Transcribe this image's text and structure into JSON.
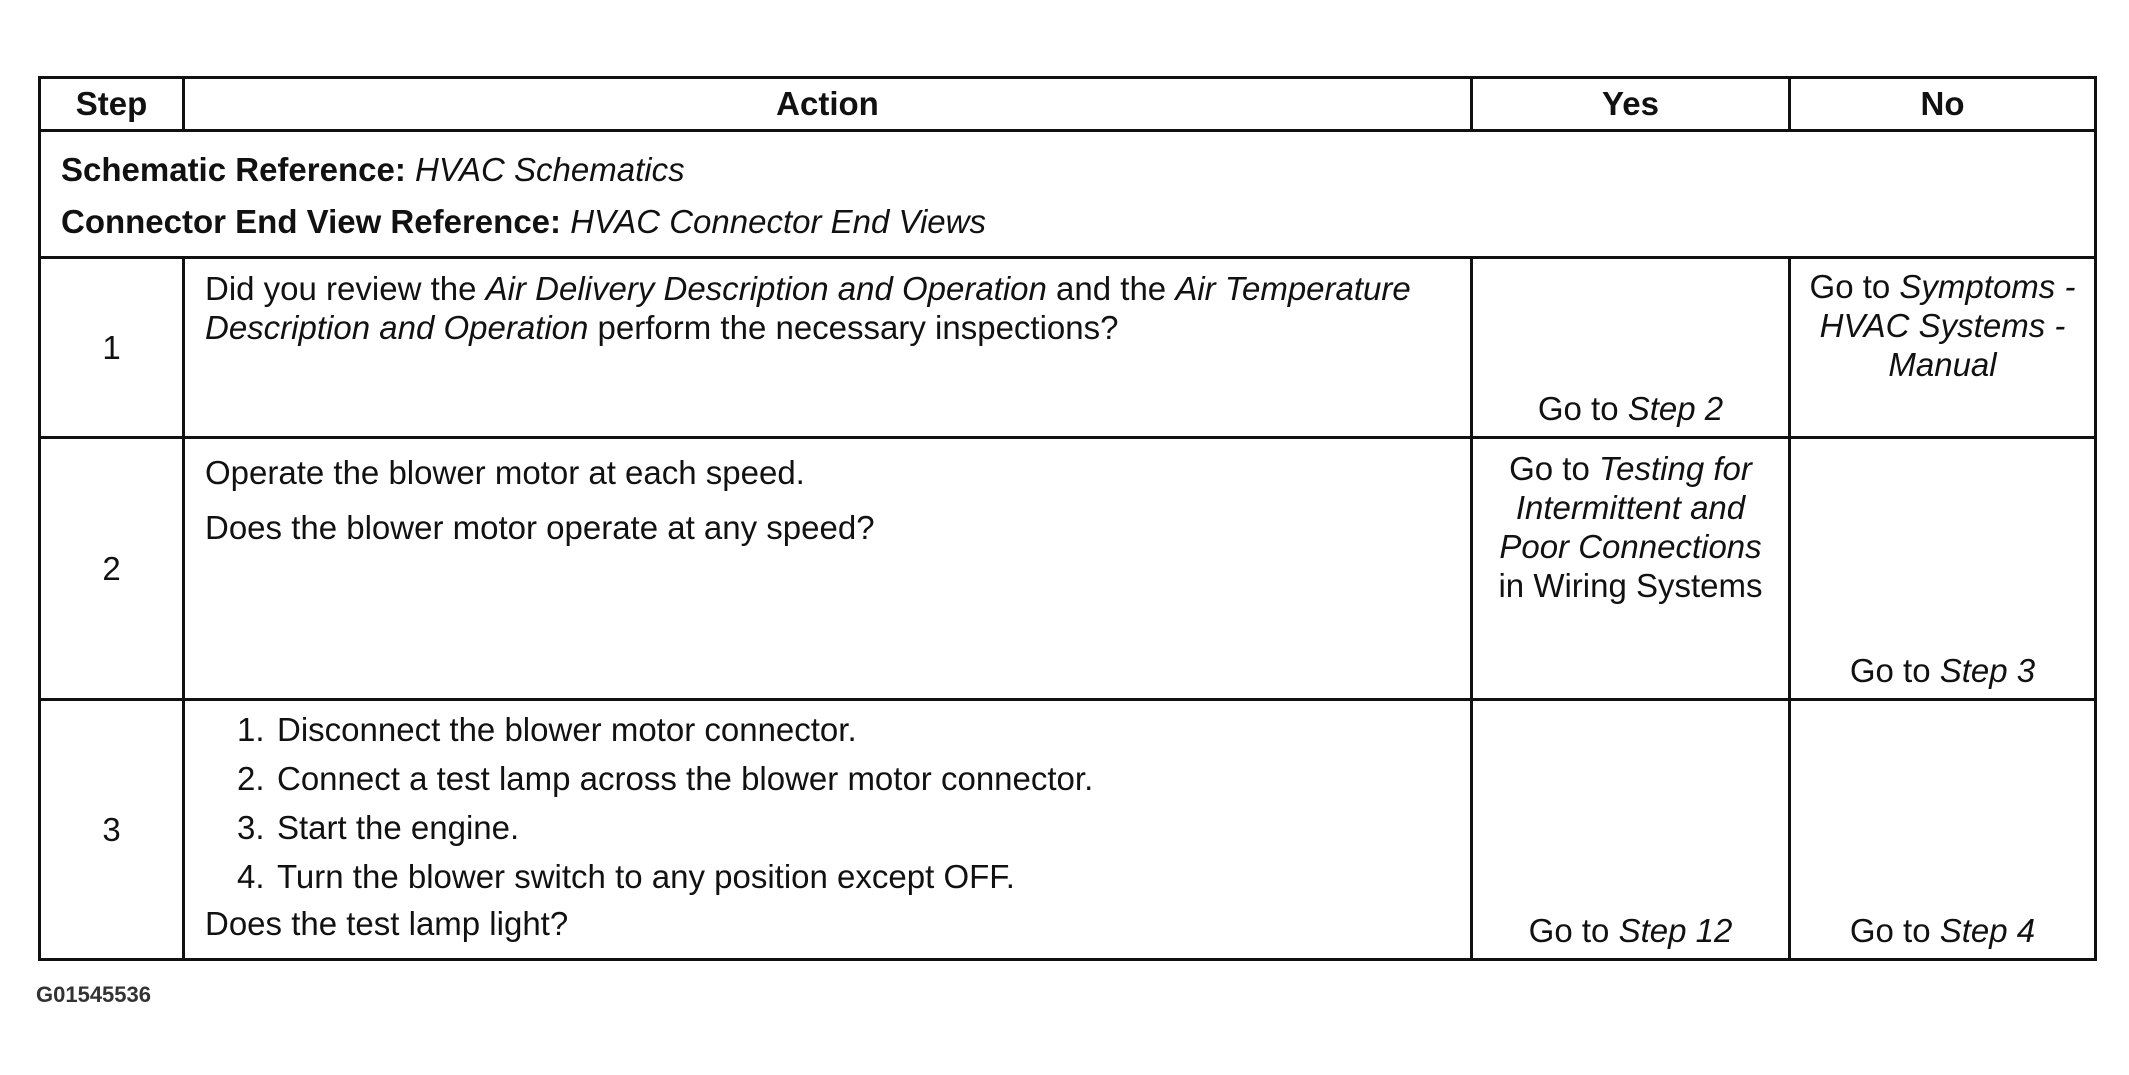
{
  "table": {
    "headers": {
      "step": "Step",
      "action": "Action",
      "yes": "Yes",
      "no": "No"
    },
    "references": {
      "schematic_label": "Schematic Reference:",
      "schematic_value": "HVAC Schematics",
      "connector_label": "Connector End View Reference:",
      "connector_value": "HVAC Connector End Views"
    },
    "rows": [
      {
        "step": "1",
        "action_parts": [
          "Did you review the ",
          "Air Delivery Description and Operation",
          " and the ",
          "Air Temperature Description and Operation",
          " perform the necessary inspections?"
        ],
        "yes_prefix": "Go to ",
        "yes_link": "Step 2",
        "no_prefix": "Go to ",
        "no_link": "Symptoms - HVAC Systems - Manual"
      },
      {
        "step": "2",
        "action_line1": "Operate the blower motor at each speed.",
        "action_line2": "Does the blower motor operate at any speed?",
        "yes_prefix": "Go to ",
        "yes_link": "Testing for Intermittent and Poor Connections",
        "yes_suffix": "in Wiring Systems",
        "no_prefix": "Go to ",
        "no_link": "Step 3"
      },
      {
        "step": "3",
        "instructions": [
          {
            "num": "1.",
            "text": "Disconnect the blower motor connector."
          },
          {
            "num": "2.",
            "text": "Connect a test lamp across the blower motor connector."
          },
          {
            "num": "3.",
            "text": "Start the engine."
          },
          {
            "num": "4.",
            "text": "Turn the blower switch to any position except OFF."
          }
        ],
        "question": "Does the test lamp light?",
        "yes_prefix": "Go to ",
        "yes_link": "Step 12",
        "no_prefix": "Go to ",
        "no_link": "Step 4"
      }
    ]
  },
  "figure_id": "G01545536"
}
